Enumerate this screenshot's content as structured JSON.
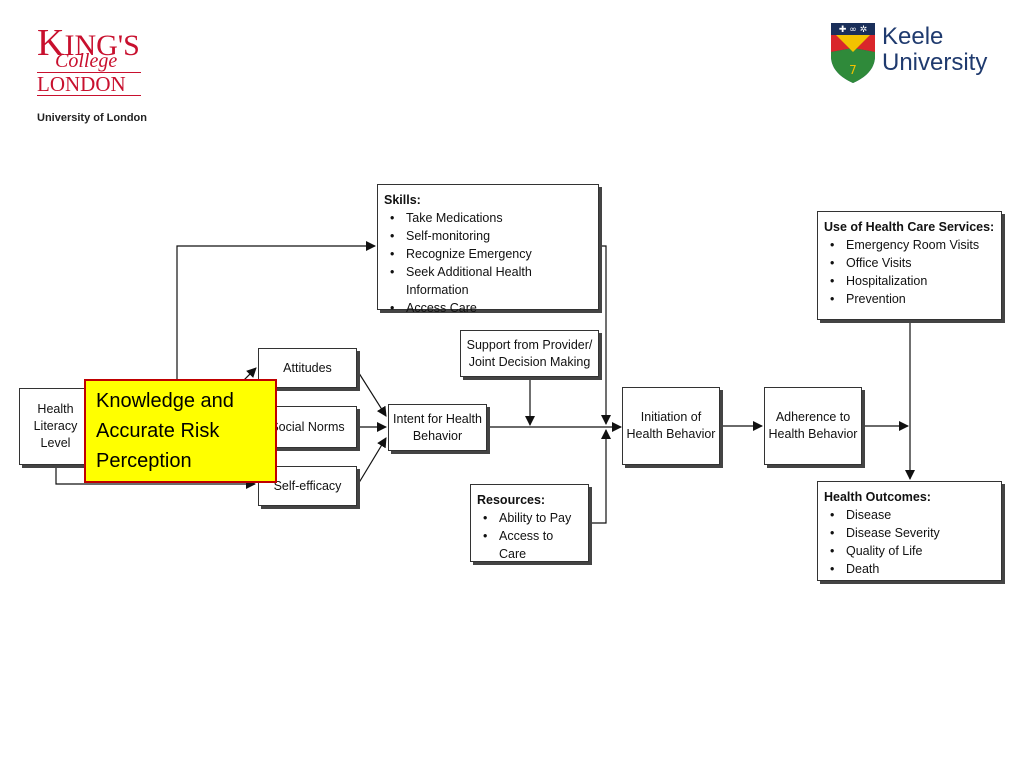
{
  "logos": {
    "kings": {
      "line1_big": "K",
      "line1_rest": "ING'S",
      "line2": "College",
      "line3": "LONDON",
      "subtitle": "University of London"
    },
    "keele": {
      "line1": "Keele",
      "line2": "University"
    }
  },
  "diagram": {
    "health_literacy": "Health Literacy Level",
    "skills": {
      "title": "Skills:",
      "items": [
        "Take Medications",
        "Self-monitoring",
        "Recognize Emergency",
        "Seek Additional Health Information",
        "Access Care"
      ]
    },
    "attitudes": "Attitudes",
    "social_norms": "Social Norms",
    "self_efficacy": "Self-efficacy",
    "intent": "Intent for Health Behavior",
    "support": "Support from Provider/ Joint Decision Making",
    "resources": {
      "title": "Resources:",
      "items": [
        "Ability to Pay",
        "Access to Care"
      ]
    },
    "initiation": "Initiation of Health Behavior",
    "adherence": "Adherence to Health Behavior",
    "use_of_services": {
      "title": "Use of Health Care Services:",
      "items": [
        "Emergency Room Visits",
        "Office Visits",
        "Hospitalization",
        "Prevention"
      ]
    },
    "outcomes": {
      "title": "Health Outcomes:",
      "items": [
        "Disease",
        "Disease Severity",
        "Quality of Life",
        "Death"
      ]
    }
  },
  "callout": "Knowledge and Accurate Risk Perception",
  "colors": {
    "kings_red": "#c8102e",
    "keele_blue": "#1f3a6e",
    "callout_fill": "#ffff00",
    "callout_border": "#c00000"
  }
}
